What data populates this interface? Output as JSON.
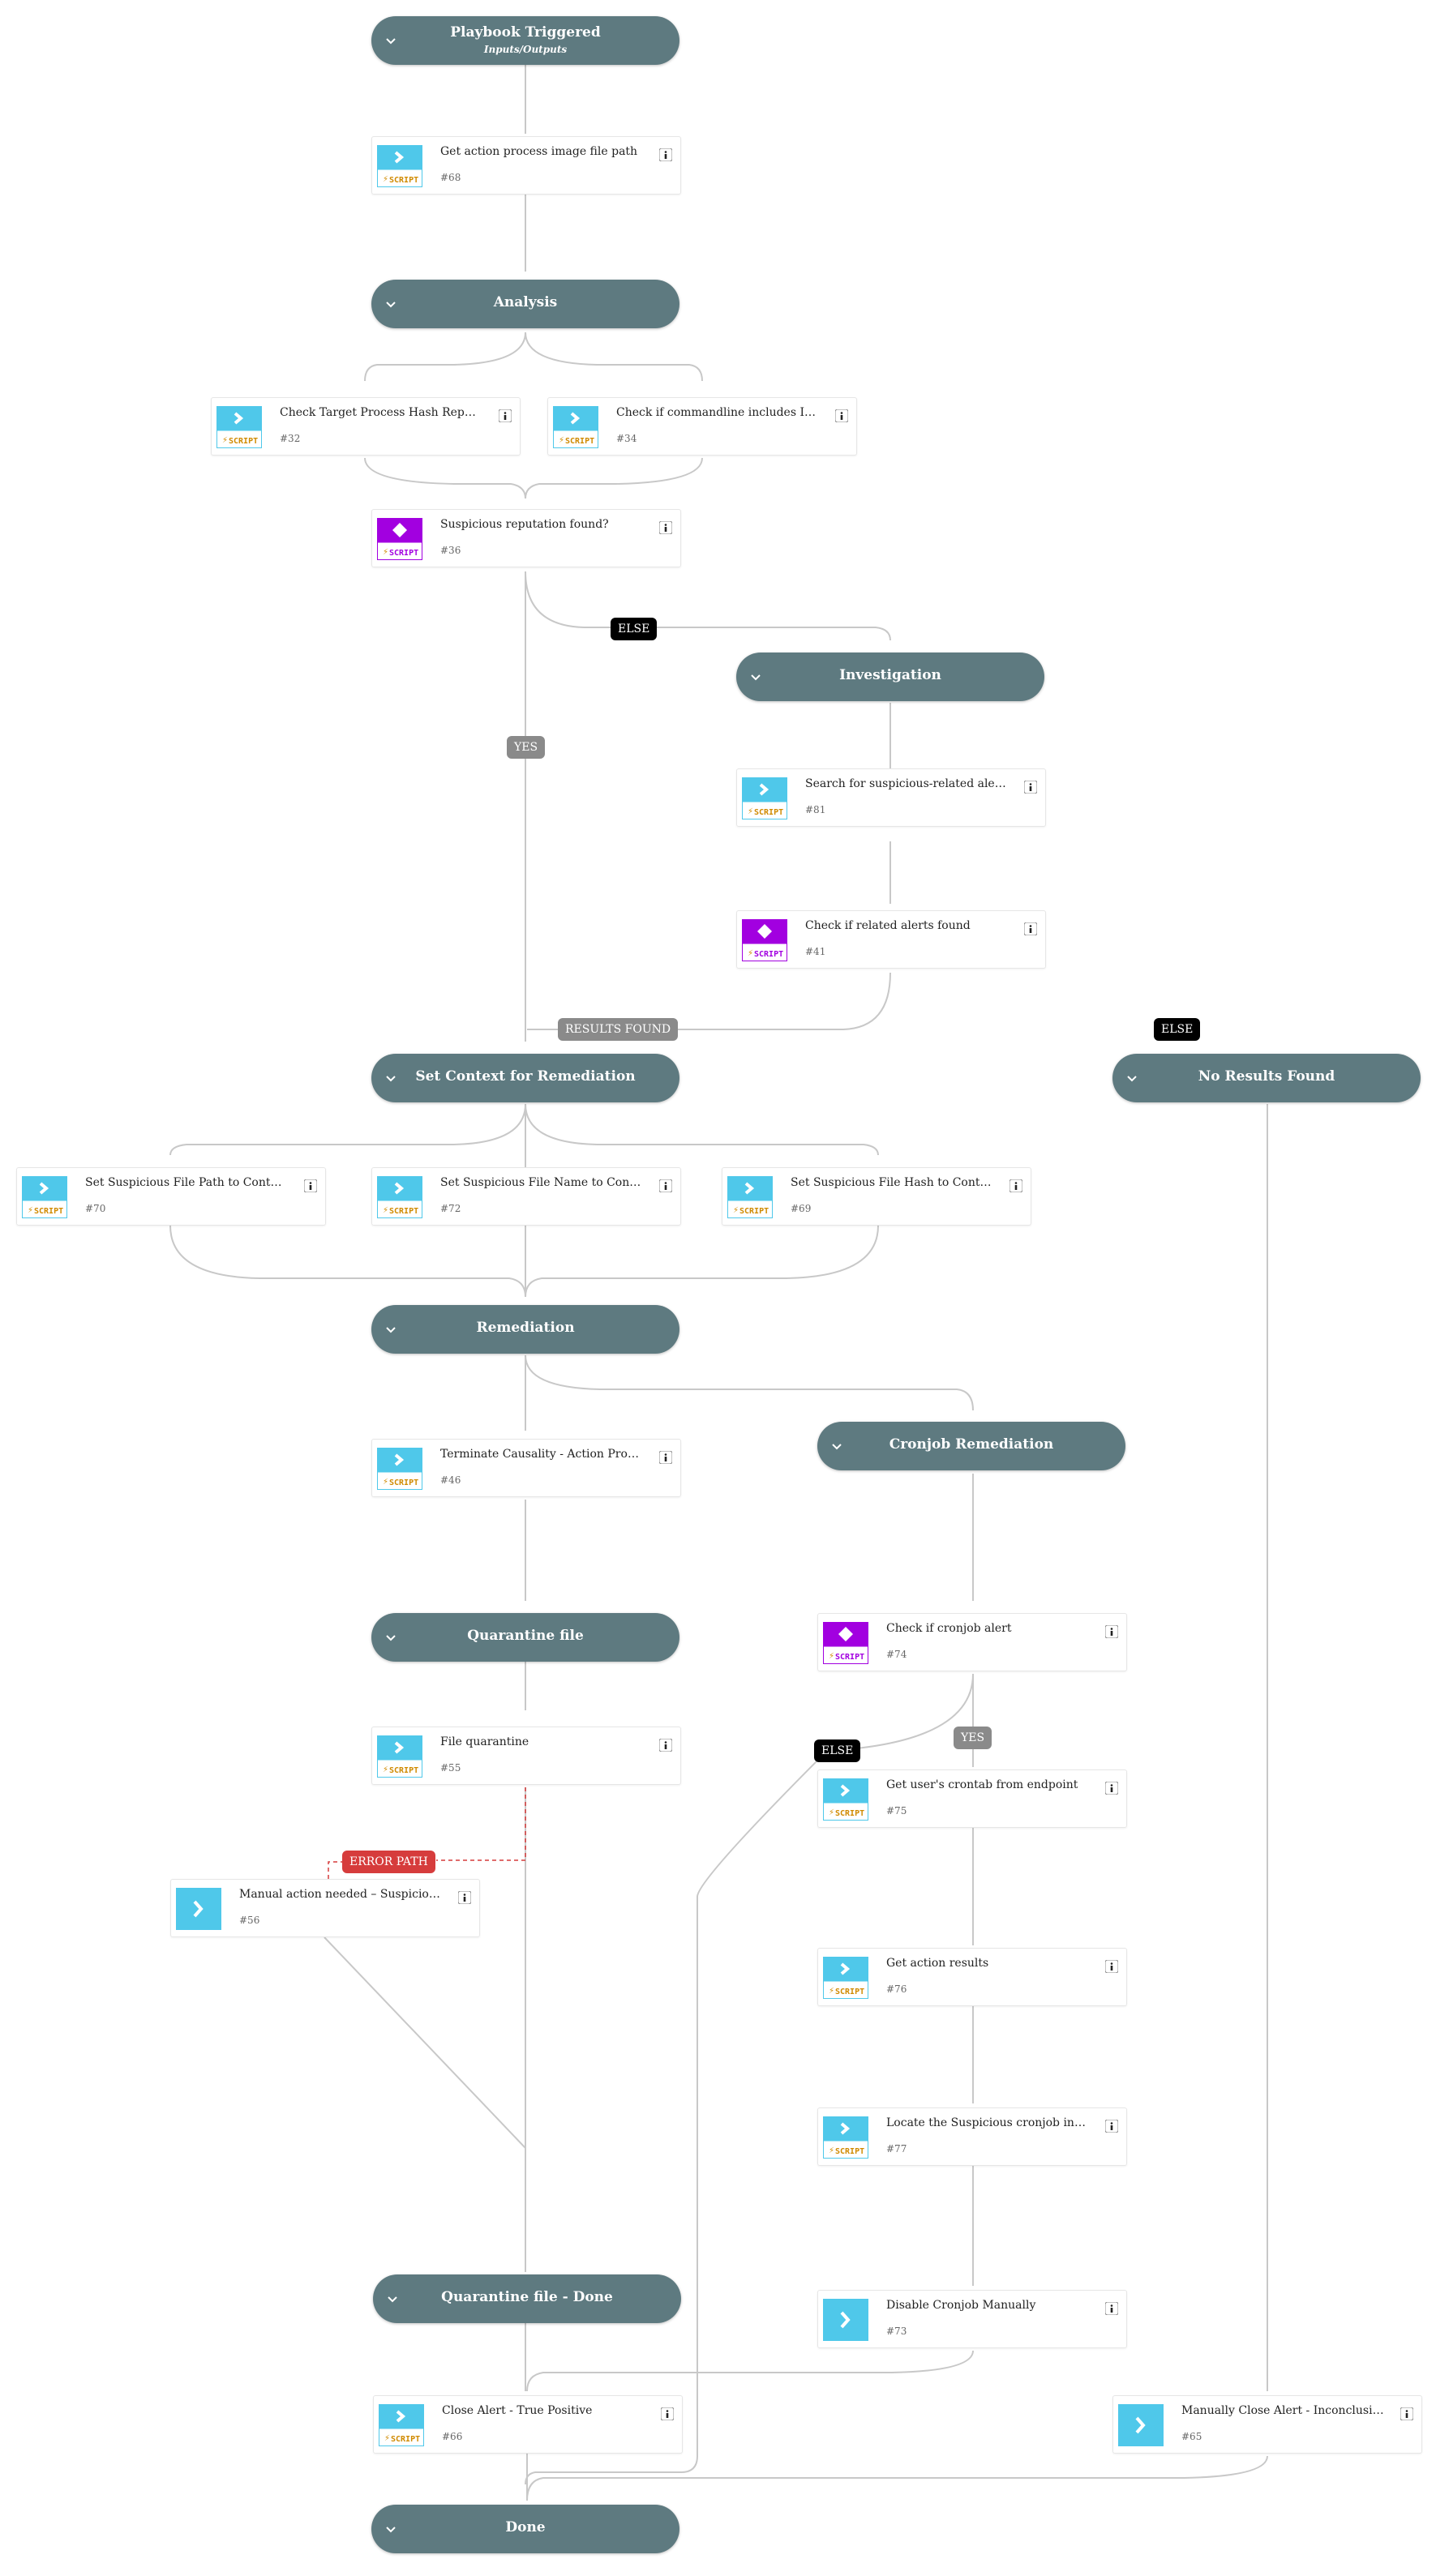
{
  "sections": {
    "playbook_triggered": {
      "title": "Playbook Triggered",
      "subtitle": "Inputs/Outputs"
    },
    "analysis": {
      "title": "Analysis"
    },
    "investigation": {
      "title": "Investigation"
    },
    "set_context": {
      "title": "Set Context for Remediation"
    },
    "no_results": {
      "title": "No Results Found"
    },
    "remediation": {
      "title": "Remediation"
    },
    "cronjob_remediation": {
      "title": "Cronjob Remediation"
    },
    "quarantine_file": {
      "title": "Quarantine file"
    },
    "quarantine_done": {
      "title": "Quarantine file - Done"
    },
    "done": {
      "title": "Done"
    }
  },
  "tasks": {
    "t68": {
      "label": "Get action process image file path",
      "num": "#68",
      "icon": "script-icon"
    },
    "t32": {
      "label": "Check Target Process Hash Reputation",
      "num": "#32",
      "icon": "script-icon"
    },
    "t34": {
      "label": "Check if commandline includes IOC (…",
      "num": "#34",
      "icon": "script-icon"
    },
    "t36": {
      "label": "Suspicious reputation found?",
      "num": "#36",
      "icon": "condition-script-icon"
    },
    "t81": {
      "label": "Search for suspicious-related alerts b…",
      "num": "#81",
      "icon": "script-icon"
    },
    "t41": {
      "label": "Check if related alerts found",
      "num": "#41",
      "icon": "condition-script-icon"
    },
    "t70": {
      "label": "Set Suspicious File Path to Context",
      "num": "#70",
      "icon": "script-icon"
    },
    "t72": {
      "label": "Set Suspicious File Name to Context",
      "num": "#72",
      "icon": "script-icon"
    },
    "t69": {
      "label": "Set Suspicious File Hash to Context",
      "num": "#69",
      "icon": "script-icon"
    },
    "t46": {
      "label": "Terminate Causality - Action Process",
      "num": "#46",
      "icon": "script-icon"
    },
    "t74": {
      "label": "Check if cronjob alert",
      "num": "#74",
      "icon": "condition-script-icon"
    },
    "t55": {
      "label": "File quarantine",
      "num": "#55",
      "icon": "script-icon"
    },
    "t75": {
      "label": "Get user's crontab from endpoint",
      "num": "#75",
      "icon": "script-icon"
    },
    "t56": {
      "label": "Manual action needed – Suspicious fi…",
      "num": "#56",
      "icon": "manual-icon"
    },
    "t76": {
      "label": "Get action results",
      "num": "#76",
      "icon": "script-icon"
    },
    "t77": {
      "label": "Locate the Suspicious cronjob in cron…",
      "num": "#77",
      "icon": "script-icon"
    },
    "t73": {
      "label": "Disable Cronjob Manually",
      "num": "#73",
      "icon": "manual-icon"
    },
    "t66": {
      "label": "Close Alert - True Positive",
      "num": "#66",
      "icon": "script-icon"
    },
    "t65": {
      "label": "Manually Close Alert - Inconclusive",
      "num": "#65",
      "icon": "manual-icon"
    }
  },
  "edge_labels": {
    "else": "ELSE",
    "yes": "YES",
    "results_found": "RESULTS FOUND",
    "error_path": "ERROR PATH"
  },
  "icon_text": {
    "script": "SCRIPT"
  },
  "colors": {
    "section": "#5e7a80",
    "script_icon": "#4fc8ea",
    "condition_icon": "#a200e0",
    "error": "#d63c3c",
    "edge": "#c4c4c4"
  }
}
